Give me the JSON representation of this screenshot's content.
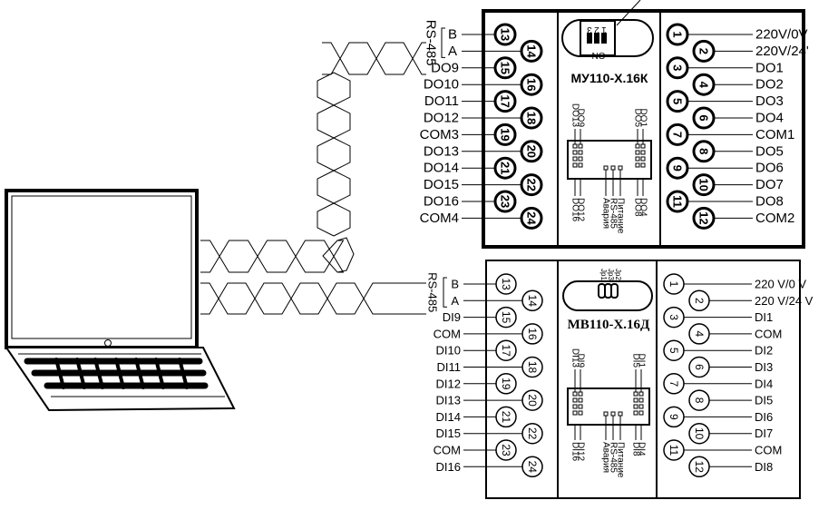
{
  "diagram": {
    "type": "wiring-diagram",
    "computer": {
      "label": "laptop"
    },
    "cable": {
      "type": "twisted-pair",
      "protocol": "RS-485"
    },
    "modules": [
      {
        "id": "mu110",
        "title": "МУ110-Х.16К",
        "dip_switch": {
          "positions": [
            "1",
            "2",
            "3"
          ],
          "on_label": "ON"
        },
        "rs485_label": "RS-485",
        "left_terminals": [
          {
            "num": "13",
            "label": "B"
          },
          {
            "num": "14",
            "label": "A"
          },
          {
            "num": "15",
            "label": "DO9"
          },
          {
            "num": "16",
            "label": "DO10"
          },
          {
            "num": "17",
            "label": "DO11"
          },
          {
            "num": "18",
            "label": "DO12"
          },
          {
            "num": "19",
            "label": "COM3"
          },
          {
            "num": "20",
            "label": "DO13"
          },
          {
            "num": "21",
            "label": "DO14"
          },
          {
            "num": "22",
            "label": "DO15"
          },
          {
            "num": "23",
            "label": "DO16"
          },
          {
            "num": "24",
            "label": "COM4"
          }
        ],
        "right_terminals": [
          {
            "num": "1",
            "label": "220V/0V"
          },
          {
            "num": "2",
            "label": "220V/24'"
          },
          {
            "num": "3",
            "label": "DO1"
          },
          {
            "num": "4",
            "label": "DO2"
          },
          {
            "num": "5",
            "label": "DO3"
          },
          {
            "num": "6",
            "label": "DO4"
          },
          {
            "num": "7",
            "label": "COM1"
          },
          {
            "num": "8",
            "label": "DO5"
          },
          {
            "num": "9",
            "label": "DO6"
          },
          {
            "num": "10",
            "label": "DO7"
          },
          {
            "num": "11",
            "label": "DO8"
          },
          {
            "num": "12",
            "label": "COM2"
          }
        ],
        "led_labels": {
          "top_left": [
            "DO13",
            "DO9"
          ],
          "top_right": [
            "DO5",
            "DO1"
          ],
          "bottom_left": [
            "DO16",
            "DO12"
          ],
          "bottom_right": [
            "DO8",
            "DO4"
          ],
          "status": [
            "Авария",
            "RS-485",
            "Питание"
          ]
        }
      },
      {
        "id": "mv110",
        "title": "МВ110-Х.16Д",
        "jumpers": [
          "Jp1",
          "Jp3",
          "Jp2"
        ],
        "rs485_label": "RS-485",
        "left_terminals": [
          {
            "num": "13",
            "label": "B"
          },
          {
            "num": "14",
            "label": "A"
          },
          {
            "num": "15",
            "label": "DI9"
          },
          {
            "num": "16",
            "label": "COM"
          },
          {
            "num": "17",
            "label": "DI10"
          },
          {
            "num": "18",
            "label": "DI11"
          },
          {
            "num": "19",
            "label": "DI12"
          },
          {
            "num": "20",
            "label": "DI13"
          },
          {
            "num": "21",
            "label": "DI14"
          },
          {
            "num": "22",
            "label": "DI15"
          },
          {
            "num": "23",
            "label": "COM"
          },
          {
            "num": "24",
            "label": "DI16"
          }
        ],
        "right_terminals": [
          {
            "num": "1",
            "label": "220 V/0 V"
          },
          {
            "num": "2",
            "label": "220 V/24 V"
          },
          {
            "num": "3",
            "label": "DI1"
          },
          {
            "num": "4",
            "label": "COM"
          },
          {
            "num": "5",
            "label": "DI2"
          },
          {
            "num": "6",
            "label": "DI3"
          },
          {
            "num": "7",
            "label": "DI4"
          },
          {
            "num": "8",
            "label": "DI5"
          },
          {
            "num": "9",
            "label": "DI6"
          },
          {
            "num": "10",
            "label": "DI7"
          },
          {
            "num": "11",
            "label": "COM"
          },
          {
            "num": "12",
            "label": "DI8"
          }
        ],
        "led_labels": {
          "top_left": [
            "DI13",
            "DI9"
          ],
          "top_right": [
            "DI5",
            "DI1"
          ],
          "bottom_left": [
            "DI16",
            "DI12"
          ],
          "bottom_right": [
            "DI8",
            "DI4"
          ],
          "status": [
            "Авария",
            "RS-485",
            "Питание"
          ]
        }
      }
    ]
  }
}
